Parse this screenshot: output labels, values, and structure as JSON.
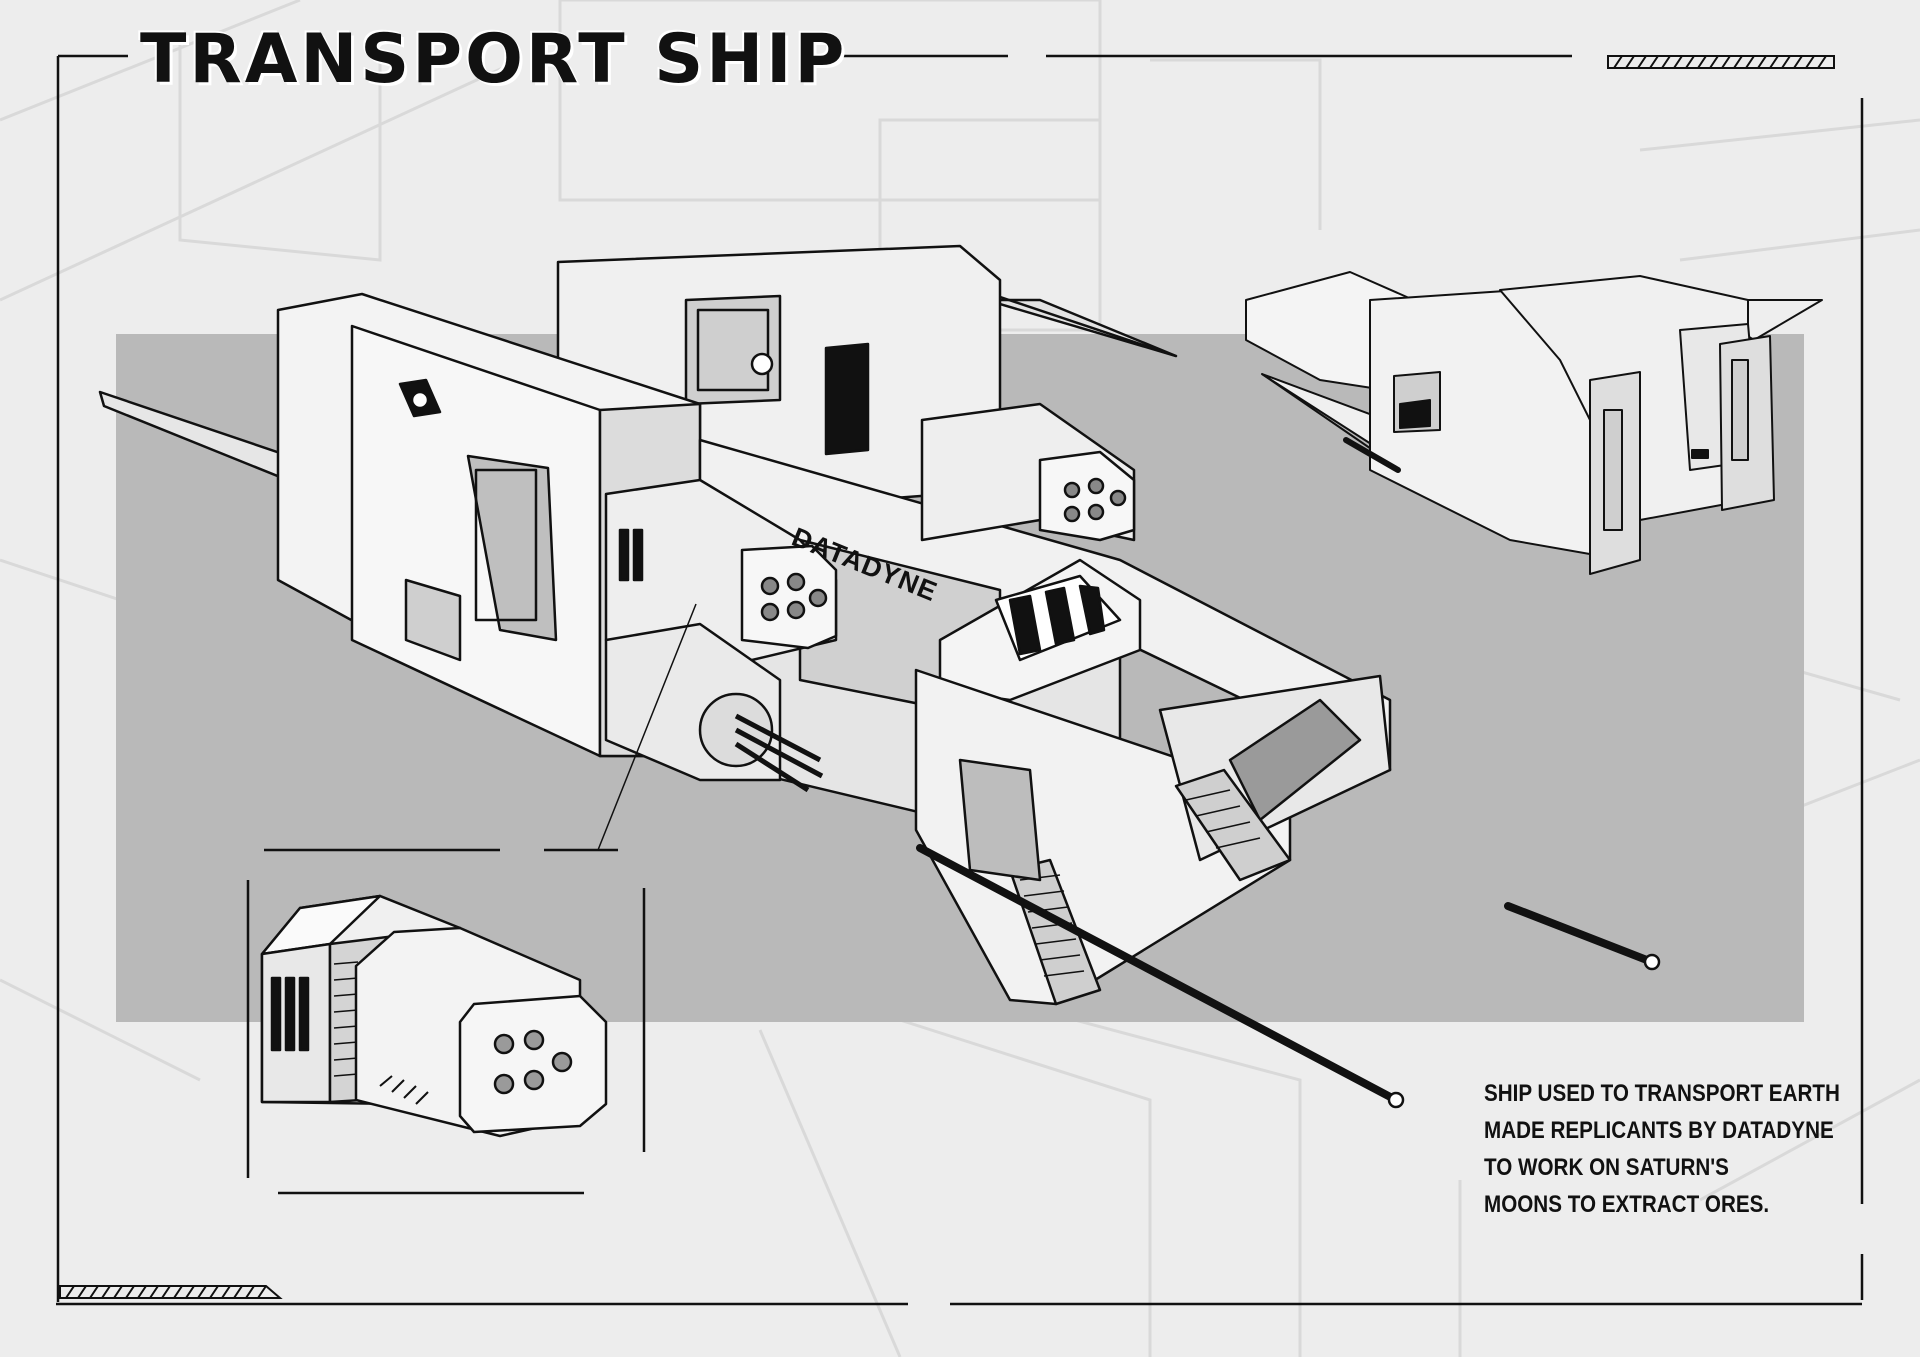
{
  "title": "TRANSPORT SHIP",
  "hull_marking": "DATADYNE",
  "description": [
    "SHIP USED TO TRANSPORT EARTH",
    "MADE REPLICANTS BY DATADYNE",
    "TO WORK ON SATURN'S",
    "MOONS TO EXTRACT ORES."
  ],
  "colors": {
    "background": "#ededed",
    "panel": "#b8b8b8",
    "ink": "#111111",
    "hull": "#f2f2f2"
  }
}
